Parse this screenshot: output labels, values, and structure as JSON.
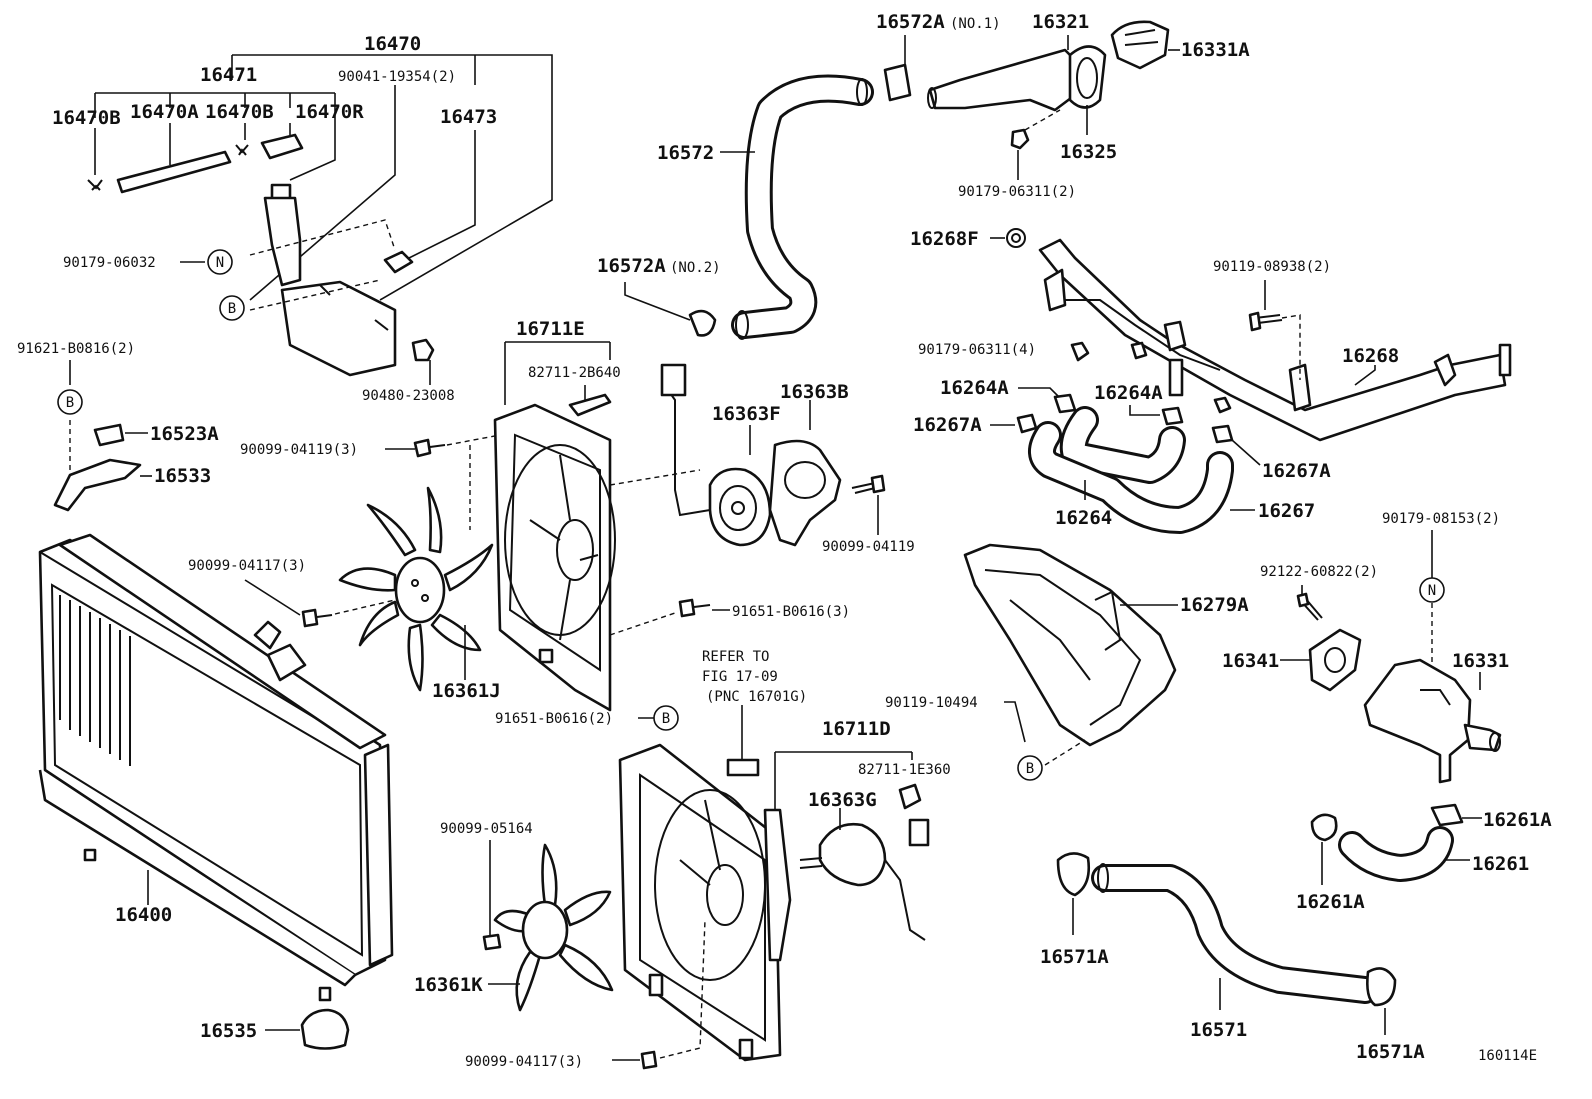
{
  "labels": {
    "l16470": "16470",
    "l16471": "16471",
    "l16470B_1": "16470B",
    "l16470A": "16470A",
    "l16470B_2": "16470B",
    "l16470R": "16470R",
    "l90041": "90041-19354(2)",
    "l16473": "16473",
    "l90179_06032": "90179-06032",
    "l91621": "91621-B0816(2)",
    "l16523A": "16523A",
    "l16533": "16533",
    "l90480": "90480-23008",
    "l90099_04119_3": "90099-04119(3)",
    "l90099_04117_3a": "90099-04117(3)",
    "l16400": "16400",
    "l16535": "16535",
    "l16572A_1": "16572A",
    "l16572A_1s": "(NO.1)",
    "l16572": "16572",
    "l16572A_2": "16572A",
    "l16572A_2s": "(NO.2)",
    "l16711E": "16711E",
    "l82711_2B640": "82711-2B640",
    "l16363F": "16363F",
    "l16363B": "16363B",
    "l90099_04119": "90099-04119",
    "l16361J": "16361J",
    "l91651_B0616_3": "91651-B0616(3)",
    "l91651_B0616_2": "91651-B0616(2)",
    "refer1": "REFER TO",
    "refer2": "FIG 17-09",
    "refer3": "(PNC 16701G)",
    "l16711D": "16711D",
    "l82711_1E360": "82711-1E360",
    "l16363G": "16363G",
    "l90099_05164": "90099-05164",
    "l16361K": "16361K",
    "l90099_04117_3b": "90099-04117(3)",
    "l16321": "16321",
    "l16331A": "16331A",
    "l16325": "16325",
    "l90179_06311_2": "90179-06311(2)",
    "l16268F": "16268F",
    "l90119_08938": "90119-08938(2)",
    "l90179_06311_4": "90179-06311(4)",
    "l16268": "16268",
    "l16264A_1": "16264A",
    "l16264A_2": "16264A",
    "l16267A_1": "16267A",
    "l16267A_2": "16267A",
    "l16264": "16264",
    "l16267": "16267",
    "l90179_08153": "90179-08153(2)",
    "l92122": "92122-60822(2)",
    "l16279A": "16279A",
    "l16341": "16341",
    "l16331": "16331",
    "l90119_10494": "90119-10494",
    "l16261A_1": "16261A",
    "l16261": "16261",
    "l16261A_2": "16261A",
    "l16571A_1": "16571A",
    "l16571": "16571",
    "l16571A_2": "16571A",
    "figcode": "160114E"
  },
  "callouts": {
    "n": "N",
    "b": "B"
  }
}
